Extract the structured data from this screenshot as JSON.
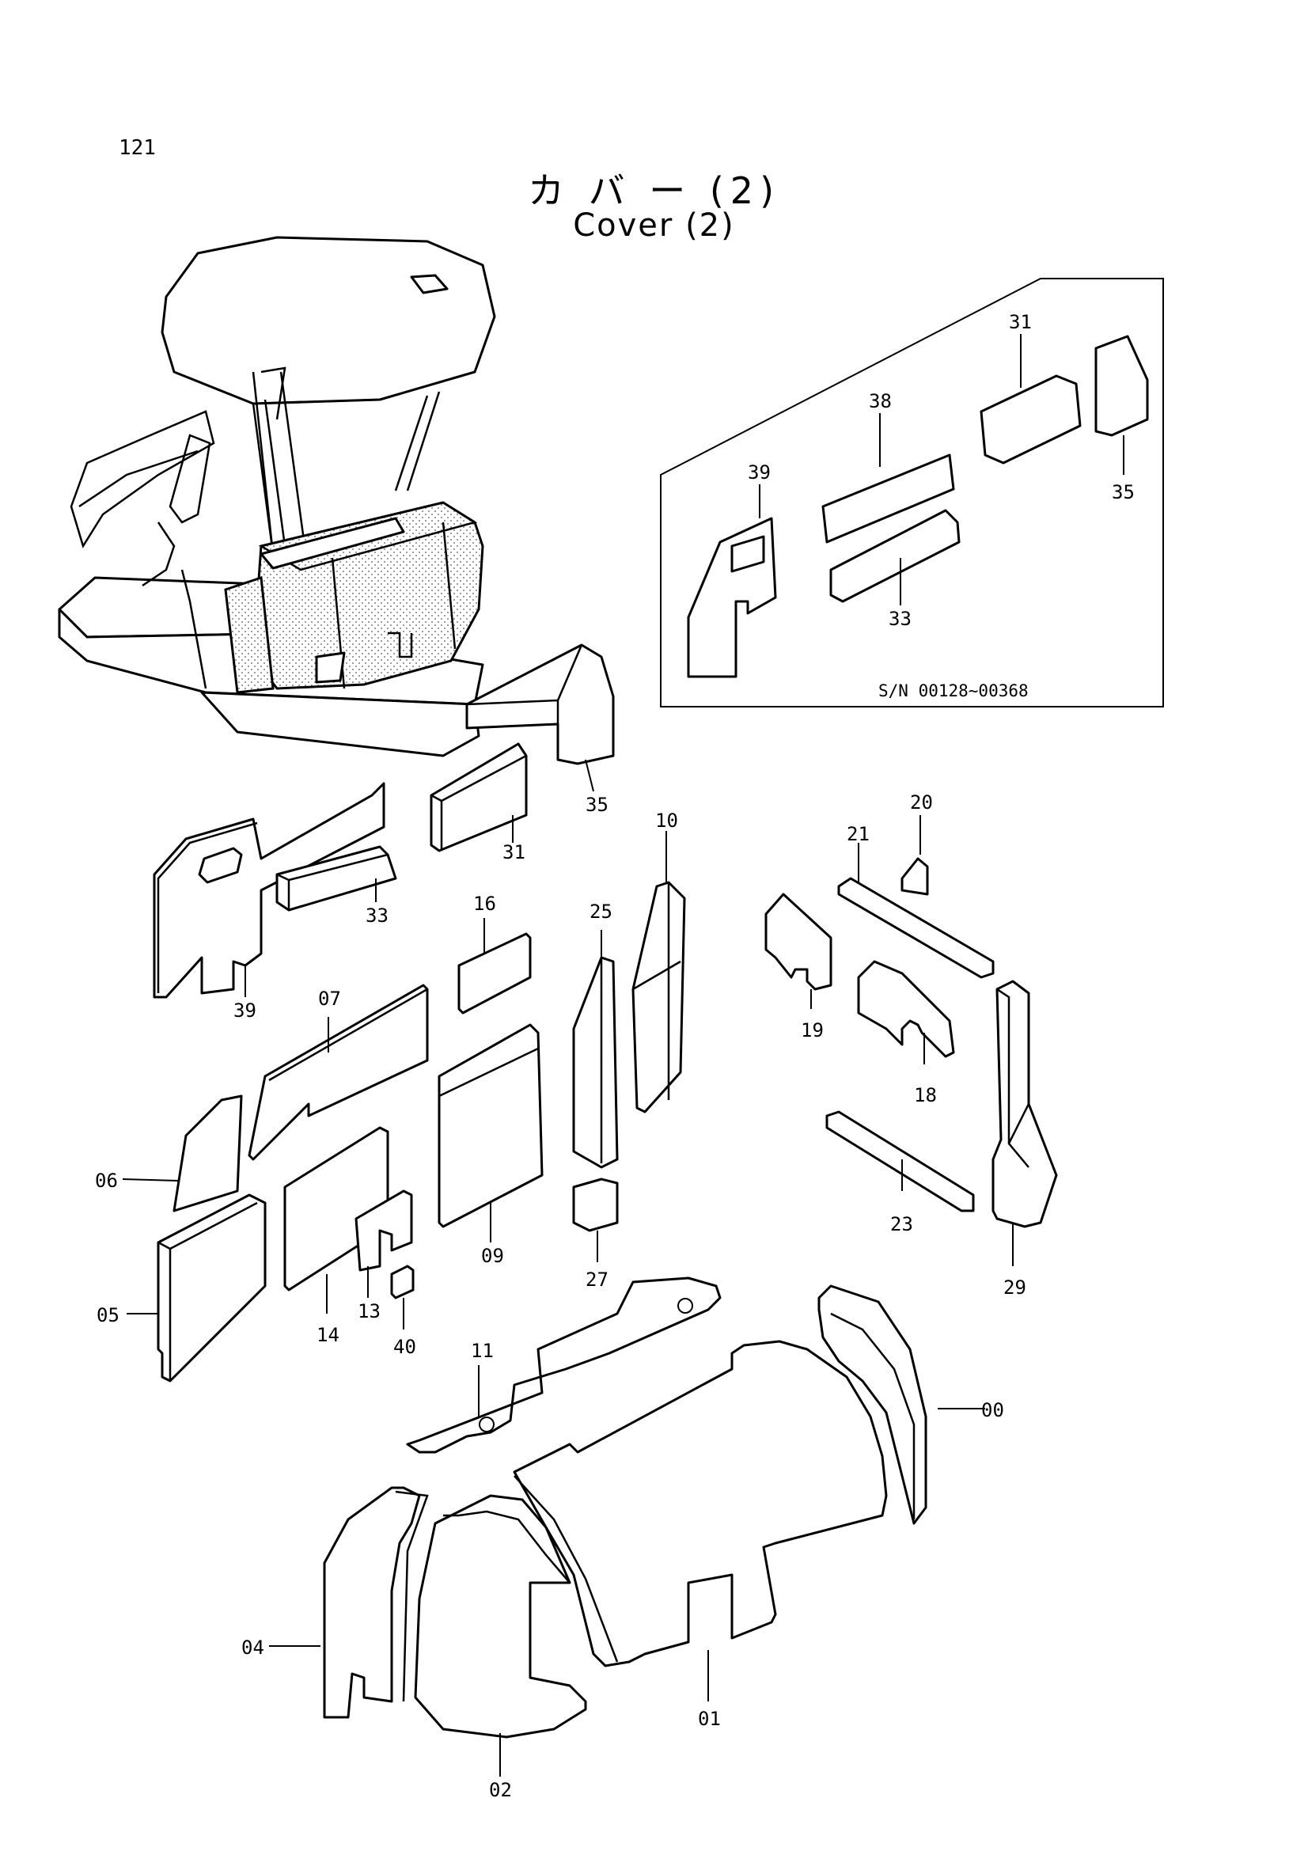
{
  "page_number": "121",
  "title_jp": "カ バ ー (2)",
  "title_en": "Cover (2)",
  "inset": {
    "serial_range": "S/N 00128~00368",
    "callouts": [
      "31",
      "38",
      "39",
      "33",
      "35"
    ]
  },
  "callouts": {
    "c35": "35",
    "c31": "31",
    "c39": "39",
    "c33": "33",
    "c16": "16",
    "c07": "07",
    "c06": "06",
    "c05": "05",
    "c14": "14",
    "c13": "13",
    "c40": "40",
    "c09": "09",
    "c25": "25",
    "c10": "10",
    "c27": "27",
    "c21": "21",
    "c20": "20",
    "c19": "19",
    "c18": "18",
    "c23": "23",
    "c29": "29",
    "c11": "11",
    "c00": "00",
    "c04": "04",
    "c02": "02",
    "c01": "01"
  }
}
